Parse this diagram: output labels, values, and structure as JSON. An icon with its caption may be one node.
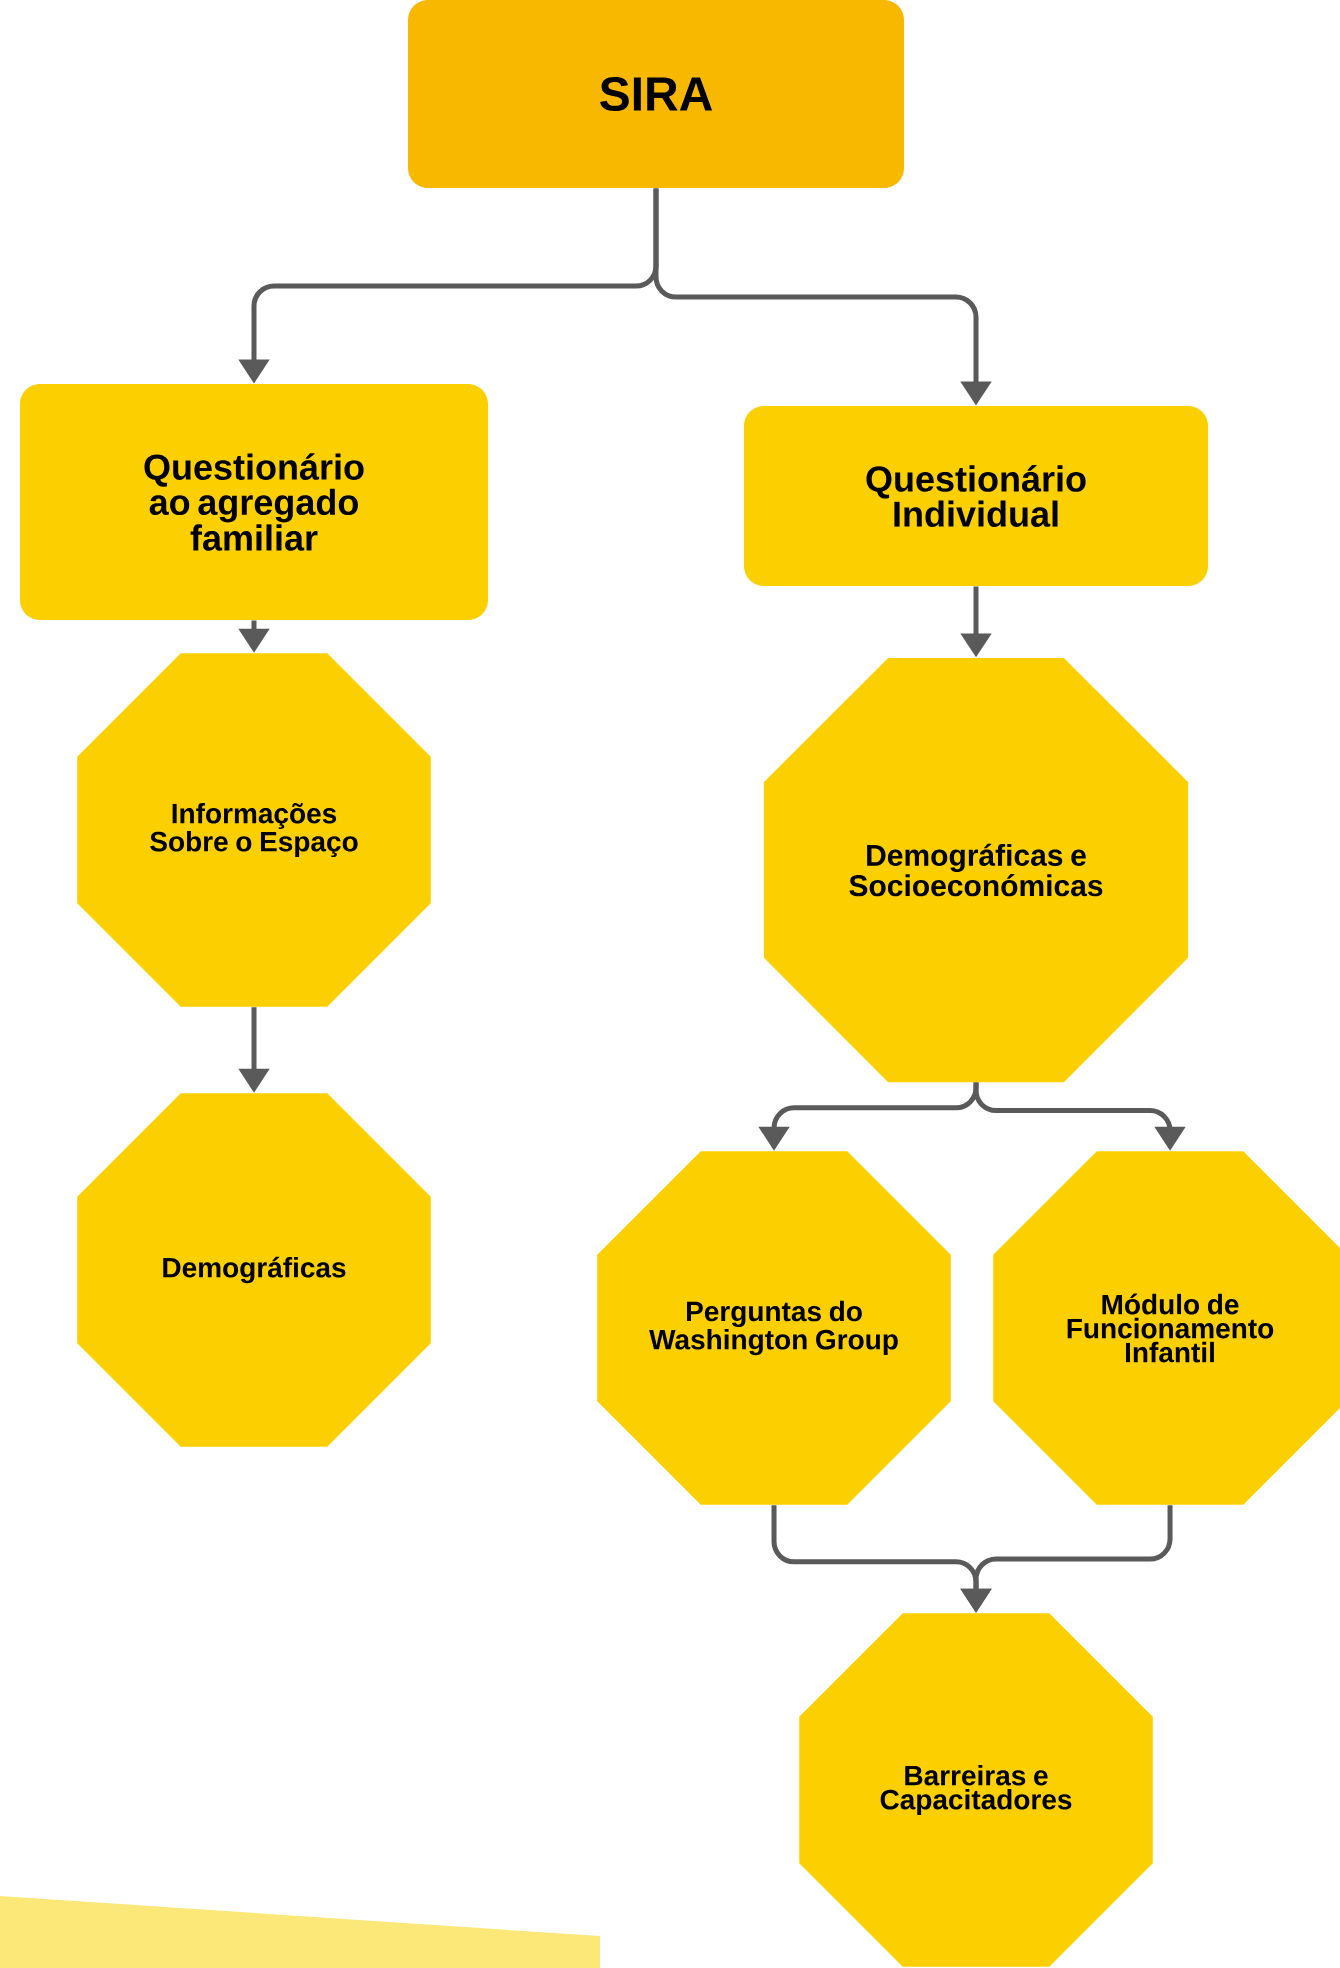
{
  "diagram": {
    "nodes": [
      {
        "text": [
          "SIRA"
        ]
      },
      {
        "text": [
          "Questionário ao agregado familiar"
        ]
      },
      {
        "text": [
          "Questionário Individual"
        ]
      },
      {
        "text": [
          "Informações Sobre o Espaço"
        ]
      },
      {
        "text": [
          "Demográficas"
        ]
      },
      {
        "text": [
          "Demográficas e Socioeconómicas"
        ]
      },
      {
        "text": [
          "Perguntas do Washington Group"
        ]
      },
      {
        "text": [
          "Módulo de Funcionamento Infantil"
        ]
      },
      {
        "text": [
          "Barreiras e Capacitadores"
        ]
      }
    ],
    "edges": [
      {
        "from": 0,
        "to": 1,
        "arrow": "to"
      },
      {
        "from": 0,
        "to": 2,
        "arrow": "to"
      },
      {
        "from": 1,
        "to": 3,
        "arrow": "to"
      },
      {
        "from": 3,
        "to": 4,
        "arrow": "to"
      },
      {
        "from": 2,
        "to": 5,
        "arrow": "to"
      },
      {
        "from": 5,
        "to": 6,
        "arrow": "to"
      },
      {
        "from": 5,
        "to": 7,
        "arrow": "to"
      },
      {
        "from": 6,
        "to": 8,
        "arrow": "to"
      },
      {
        "from": 7,
        "to": 8,
        "arrow": "to"
      }
    ]
  }
}
